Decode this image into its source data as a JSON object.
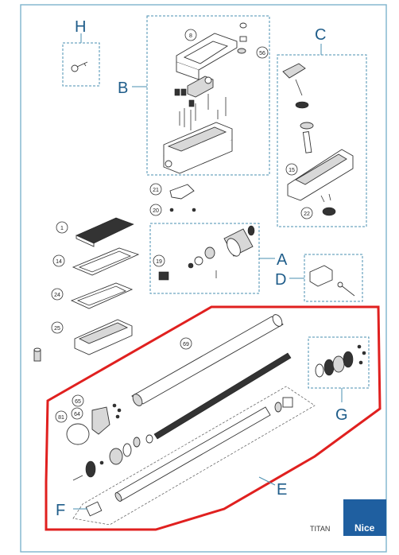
{
  "diagram": {
    "group_labels": {
      "A": "A",
      "B": "B",
      "C": "C",
      "D": "D",
      "E": "E",
      "F": "F",
      "G": "G",
      "H": "H"
    },
    "part_numbers": {
      "p1": "1",
      "p8": "8",
      "p14": "14",
      "p15": "15",
      "p19": "19",
      "p20": "20",
      "p21": "21",
      "p22": "22",
      "p24": "24",
      "p25": "25",
      "p56": "56",
      "p64": "64",
      "p65": "65",
      "p69": "69",
      "p81": "81"
    },
    "model_name": "TITAN",
    "brand": "Nice",
    "colors": {
      "frame_border": "#4a8fb0",
      "group_box": "#4a8fb0",
      "highlight": "#e0201f",
      "label_text": "#1f5d8a",
      "logo_bg": "#1f5fa0"
    }
  }
}
